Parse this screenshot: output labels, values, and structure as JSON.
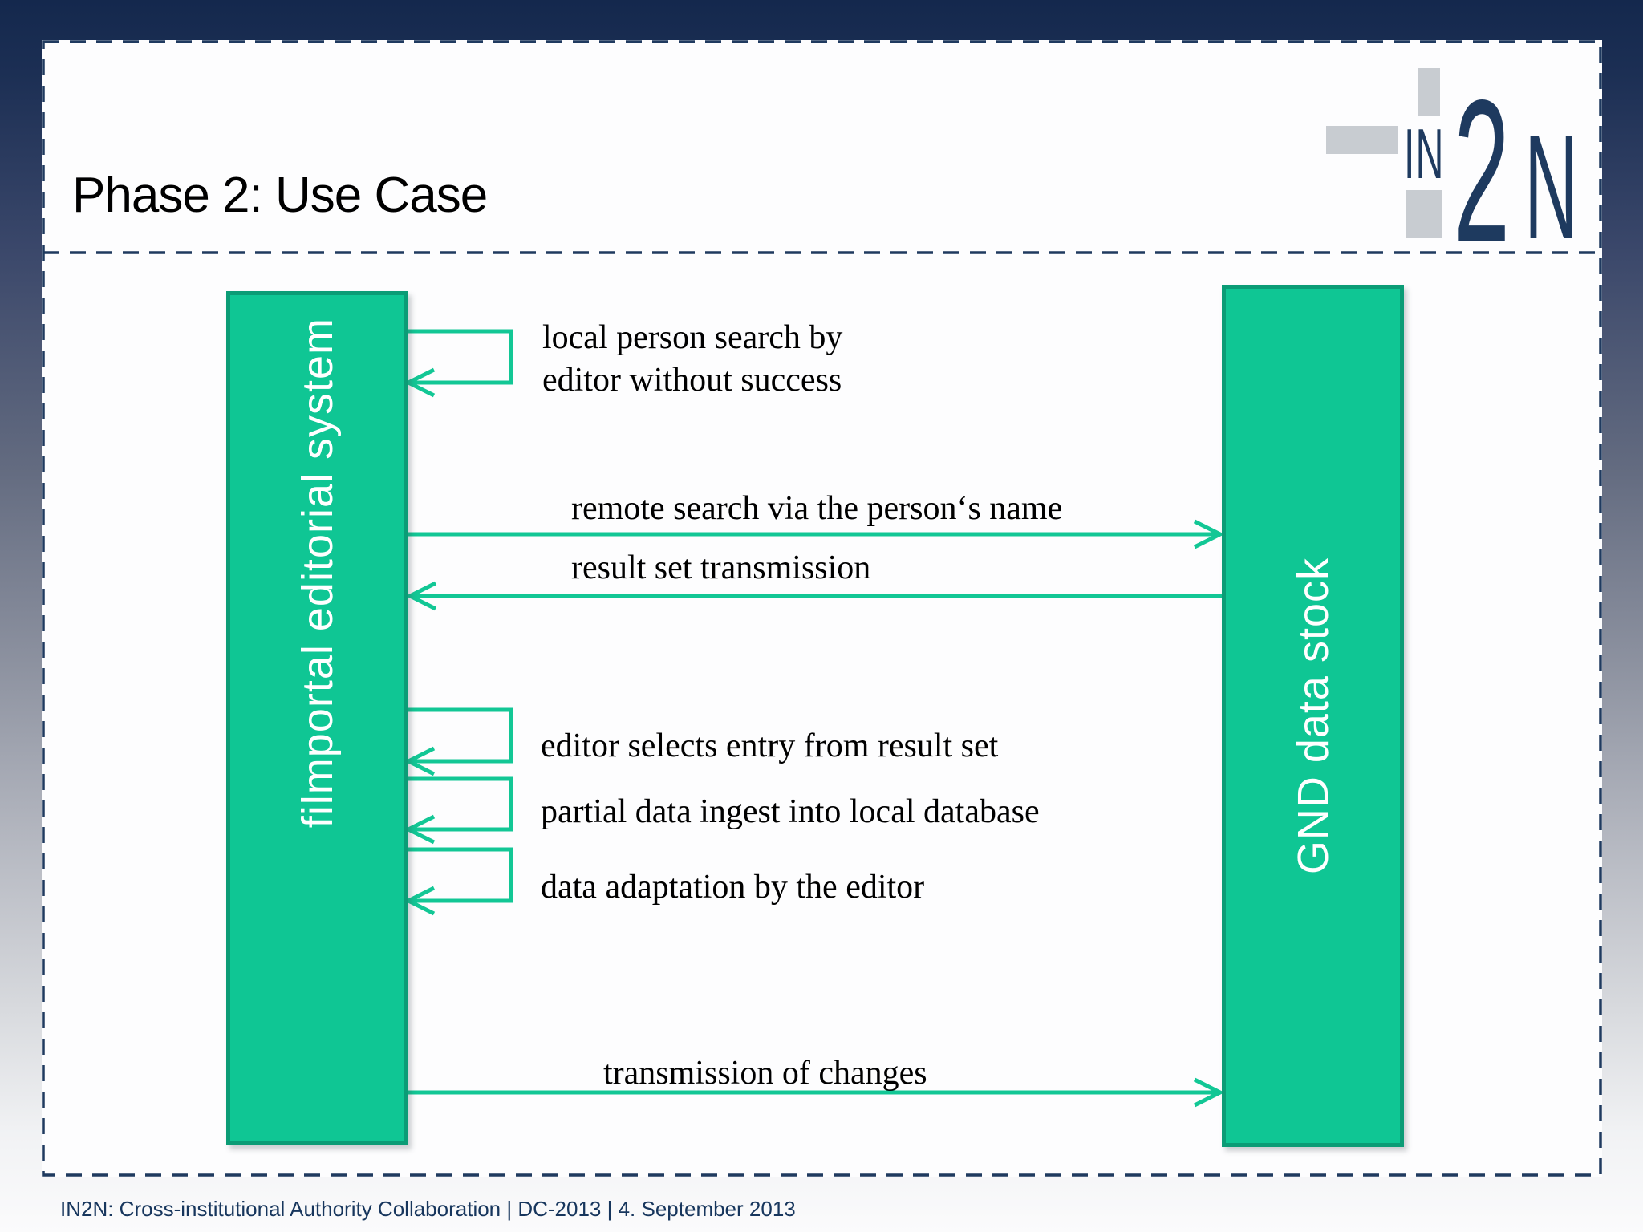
{
  "slide": {
    "title": "Phase 2: Use Case"
  },
  "logo": {
    "in": "IN",
    "two": "2",
    "n": "N"
  },
  "actors": {
    "left": "filmportal editorial system",
    "right": "GND data stock"
  },
  "messages": [
    {
      "type": "self",
      "lines": [
        "local person search by",
        "editor without success"
      ]
    },
    {
      "type": "right",
      "label": "remote search via the person‘s name"
    },
    {
      "type": "left",
      "label": "result set transmission"
    },
    {
      "type": "self",
      "label": "editor selects entry from result set"
    },
    {
      "type": "self",
      "label": "partial data ingest into local database"
    },
    {
      "type": "self",
      "label": "data adaptation by the editor"
    },
    {
      "type": "right",
      "label": "transmission of changes"
    }
  ],
  "footer": {
    "text": "IN2N: Cross-institutional Authority Collaboration | DC-2013 | 4. September 2013"
  },
  "colors": {
    "bar_fill": "#0fc694",
    "bar_border": "#0b9c76",
    "arrow_green": "#12c795",
    "dash_navy": "#1f3a5f",
    "footer_navy": "#17365d",
    "logo_navy": "#1e3a5f",
    "logo_gray": "#c8ccd1",
    "background_top": "#14284d",
    "background_bottom": "#fbfbfc"
  }
}
